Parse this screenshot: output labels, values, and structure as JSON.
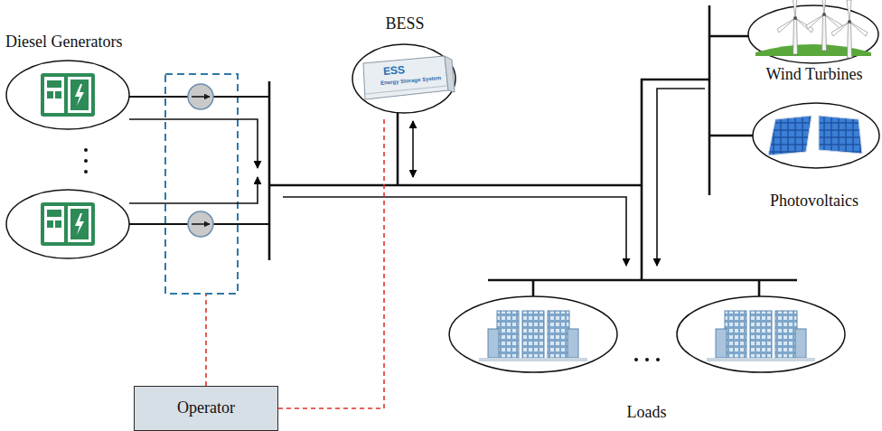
{
  "diagram": {
    "nodes": [
      {
        "text": [
          "Diesel Generators"
        ]
      },
      {
        "text": [
          "BESS"
        ]
      },
      {
        "text": [
          "Wind Turbines"
        ]
      },
      {
        "text": [
          "Photovoltaics"
        ]
      },
      {
        "text": [
          "Loads"
        ]
      },
      {
        "text": [
          "Operator"
        ]
      }
    ],
    "edges": [
      {
        "from": 5,
        "to": 1,
        "arrow": "none"
      }
    ],
    "labels": [
      "ESS",
      "Energy Storage System"
    ]
  }
}
